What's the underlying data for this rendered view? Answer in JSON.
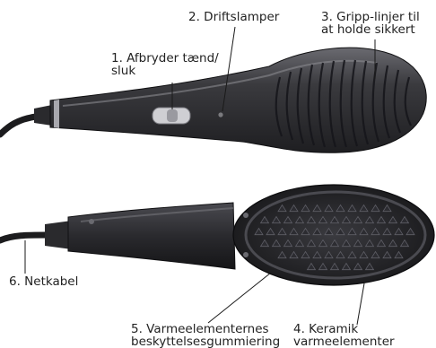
{
  "labels": {
    "switch": {
      "line1": "1. Afbryder tænd/",
      "line2": "sluk"
    },
    "lamps": {
      "line1": "2. Driftslamper"
    },
    "grip": {
      "line1": "3. Gripp-linjer til",
      "line2": "at holde sikkert"
    },
    "ceramic": {
      "line1": "4. Keramik",
      "line2": "varmeelementer"
    },
    "rubber": {
      "line1": "5. Varmeelementernes",
      "line2": "beskyttelsesgummiering"
    },
    "cable": {
      "line1": "6. Netkabel"
    }
  },
  "colors": {
    "body": "#2b2b2e",
    "body_highlight": "#5a5a60",
    "trim": "#9a9aa0",
    "switch": "#c9c9cc",
    "cable": "#1c1c1e",
    "leader": "#1a1a1a"
  }
}
